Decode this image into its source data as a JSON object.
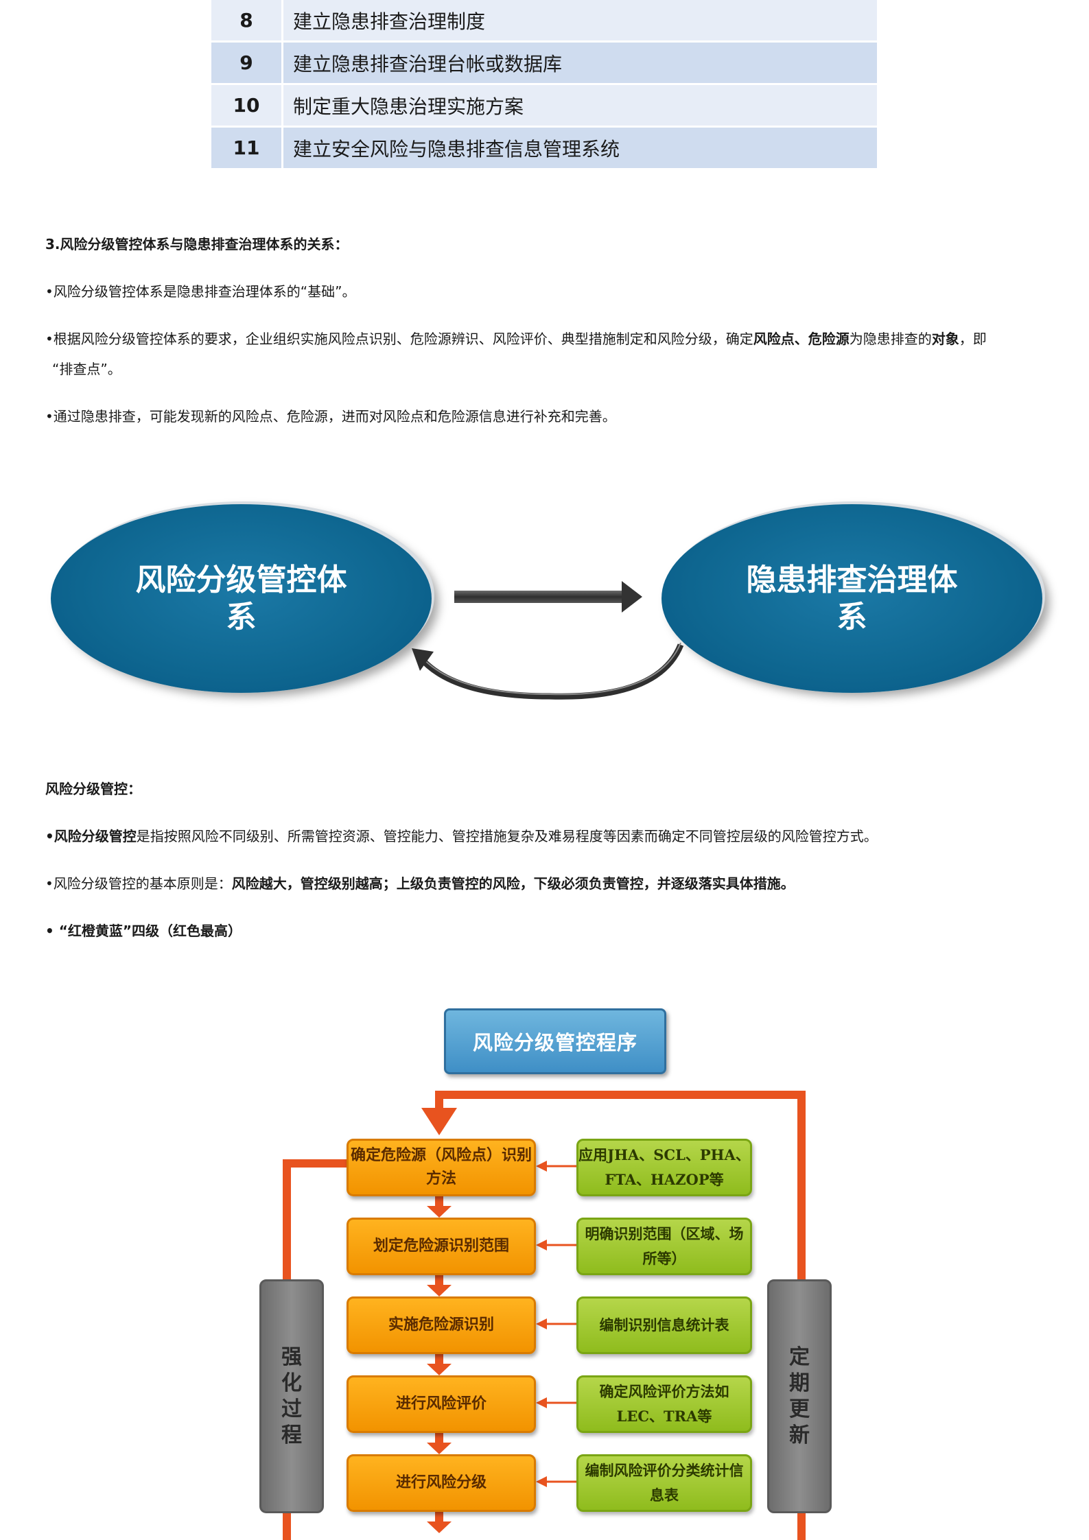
{
  "table_rows": [
    {
      "num": "8",
      "text": "建立隐患排查治理制度"
    },
    {
      "num": "9",
      "text": "建立隐患排查治理台帐或数据库"
    },
    {
      "num": "10",
      "text": "制定重大隐患治理实施方案"
    },
    {
      "num": "11",
      "text": "建立安全风险与隐患排查信息管理系统"
    }
  ],
  "section3": {
    "heading": "3.风险分级管控体系与隐患排查治理体系的关系：",
    "bullet1": "•风险分级管控体系是隐患排查治理体系的“基础”。",
    "bullet2_a": "•根据风险分级管控体系的要求，企业组织实施风险点识别、危险源辨识、风险评价、典型措施制定和风险分级，确定",
    "bullet2_b_bold": "风险点、危险源",
    "bullet2_c": "为隐患排查的",
    "bullet2_d_bold": "对象",
    "bullet2_e": "，即",
    "bullet2_line2": "“排查点”。",
    "bullet3": "•通过隐患排查，可能发现新的风险点、危险源，进而对风险点和危险源信息进行补充和完善。"
  },
  "diagram": {
    "left_ellipse": "风险分级管控体系",
    "right_ellipse": "隐患排查治理体系"
  },
  "section_control": {
    "heading": "风险分级管控：",
    "bullet1_bold": "•风险分级管控",
    "bullet1_rest": "是指按照风险不同级别、所需管控资源、管控能力、管控措施复杂及难易程度等因素而确定不同管控层级的风险管控方式。",
    "bullet2_a": "•风险分级管控的基本原则是：",
    "bullet2_bold": "风险越大，管控级别越高；上级负责管控的风险，下级必须负责管控，并逐级落实具体措施。",
    "bullet3": "• “红橙黄蓝”四级（红色最高）"
  },
  "flowchart": {
    "title": "风险分级管控程序",
    "steps": [
      "确定危险源（风险点）识别方法",
      "划定危险源识别范围",
      "实施危险源识别",
      "进行风险评价",
      "进行风险分级"
    ],
    "notes": [
      "应用JHA、SCL、PHA、FTA、HAZOP等",
      "明确识别范围（区域、场所等）",
      "编制识别信息统计表",
      "确定风险评价方法如LEC、TRA等",
      "编制风险评价分类统计信息表"
    ],
    "left_side": "强化过程",
    "right_side": "定期更新",
    "colors": {
      "step": "#f29300",
      "note": "#8fbc1d",
      "arrow": "#e8531f",
      "title": "#3f8fc6"
    }
  }
}
